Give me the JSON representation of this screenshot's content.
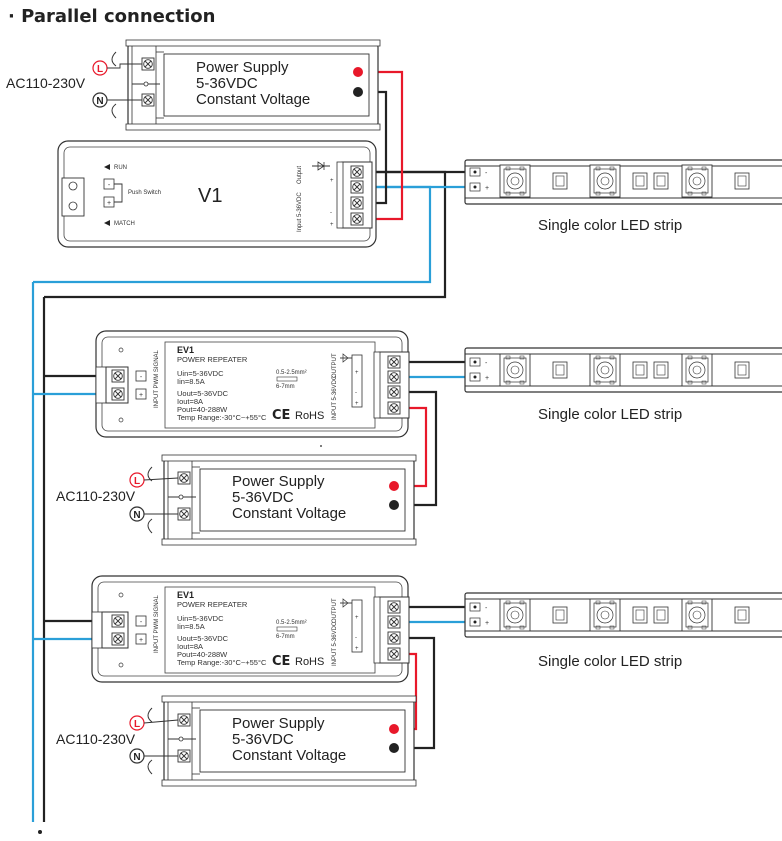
{
  "title": "· Parallel connection",
  "power_supply": {
    "line1": "Power Supply",
    "line2": "5-36VDC",
    "line3": "Constant Voltage"
  },
  "ac_label": "AC110-230V",
  "l_label": "L",
  "n_label": "N",
  "strip_label": "Single color LED strip",
  "v1": {
    "name": "V1",
    "run": "RUN",
    "match": "MATCH",
    "push_switch": "Push Switch",
    "output": "Output",
    "input": "Input 5-36VDC"
  },
  "repeater": {
    "name": "EV1",
    "subtitle": "POWER REPEATER",
    "uin": "Uin=5-36VDC",
    "iin": "Iin=8.5A",
    "uout": "Uout=5-36VDC",
    "iout": "Iout=8A",
    "pout": "Pout=40-288W",
    "temp": "Temp Range:-30°C~+55°C",
    "ce": "CE",
    "rohs": "RoHS",
    "input_pwm": "INPUT PWM SIGNAL",
    "output": "OUTPUT",
    "input_v": "INPUT 5-36VDC",
    "wire_spec1": "0.5-2.5mm²",
    "wire_spec2": "6-7mm"
  },
  "strip_pin_minus": "-",
  "strip_pin_plus": "+",
  "colors": {
    "red": "#e8182a",
    "blue": "#2a9fd8",
    "black": "#222222"
  }
}
